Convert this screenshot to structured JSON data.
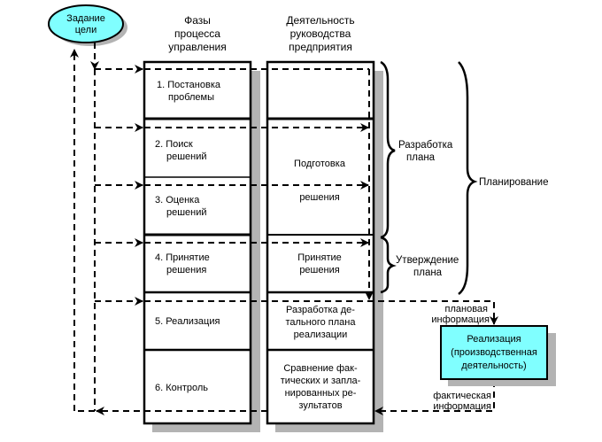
{
  "goal": {
    "label_lines": [
      "Задание",
      "цели"
    ],
    "fill": "#80ffff"
  },
  "headers": {
    "phases": [
      "Фазы",
      "процесса",
      "управления"
    ],
    "activity": [
      "Деятельность",
      "руководства",
      "предприятия"
    ]
  },
  "phases": [
    {
      "lines": [
        "1. Постановка",
        "проблемы"
      ]
    },
    {
      "lines": [
        "2. Поиск",
        "решений"
      ]
    },
    {
      "lines": [
        "3. Оценка",
        "решений"
      ]
    },
    {
      "lines": [
        "4. Принятие",
        "решения"
      ]
    },
    {
      "lines": [
        "5. Реализация"
      ]
    },
    {
      "lines": [
        "6. Контроль"
      ]
    }
  ],
  "activities": [
    {
      "lines": [
        ""
      ]
    },
    {
      "lines": [
        "Подготовка",
        "",
        "решения"
      ]
    },
    {
      "lines": [
        "Принятие",
        "решения"
      ]
    },
    {
      "lines": [
        "Разработка де-",
        "тального плана",
        "реализации"
      ]
    },
    {
      "lines": [
        "Сравнение фак-",
        "тических и запла-",
        "нированных ре-",
        "зультатов"
      ]
    }
  ],
  "braces": {
    "plan_development": [
      "Разработка",
      "плана"
    ],
    "plan_approval": [
      "Утверждение",
      "плана"
    ],
    "planning": [
      "Планирование"
    ]
  },
  "realization": {
    "lines": [
      "Реализация",
      "(производственная",
      "деятельность)"
    ],
    "fill": "#80ffff"
  },
  "flows": {
    "planned_info": [
      "плановая",
      "информация"
    ],
    "actual_info": [
      "фактическая",
      "информация"
    ]
  }
}
